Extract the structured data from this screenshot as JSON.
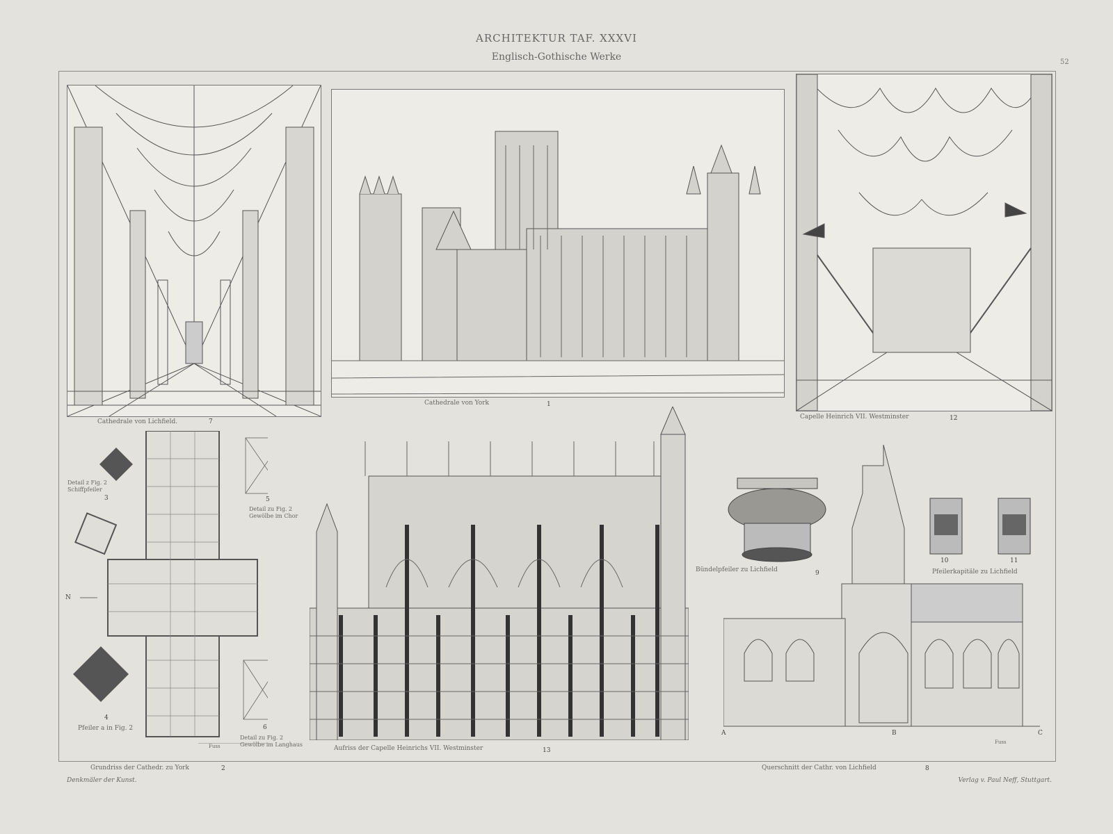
{
  "header": {
    "title": "ARCHITEKTUR TAF. XXXVI",
    "subtitle": "Englisch-Gothische Werke",
    "plate_number": "52"
  },
  "figures": {
    "lichfield_interior": {
      "caption": "Cathedrale von Lichfield.",
      "number": "7"
    },
    "york_exterior": {
      "caption": "Cathedrale von York",
      "number": "1"
    },
    "westminster_interior": {
      "caption": "Capelle Heinrich VII. Westminster",
      "number": "12"
    },
    "york_plan": {
      "caption": "Grundriss der Cathedr. zu York",
      "number": "2",
      "scale_label": "Fuss",
      "north_label": "N"
    },
    "detail_3": {
      "caption_line1": "Detail z Fig. 2",
      "caption_line2": "Schiffpfeiler",
      "number": "3"
    },
    "detail_4": {
      "caption": "Pfeiler a in Fig. 2",
      "number": "4"
    },
    "detail_5": {
      "caption_line1": "Detail zu Fig. 2",
      "caption_line2": "Gewölbe im Chor",
      "number": "5"
    },
    "detail_6": {
      "caption_line1": "Detail zu Fig. 2",
      "caption_line2": "Gewölbe im Langhaus",
      "number": "6"
    },
    "westminster_elevation": {
      "caption": "Aufriss der Capelle Heinrichs VII. Westminster",
      "number": "13"
    },
    "bundle_pier": {
      "caption": "Bündelpfeiler zu Lichfield",
      "number": "9"
    },
    "pier_capitals": {
      "caption": "Pfeilerkapitäle zu Lichfield",
      "number_a": "10",
      "number_b": "11"
    },
    "lichfield_section": {
      "caption": "Querschnitt der Cathr. von Lichfield",
      "number": "8",
      "label_a": "A",
      "label_b": "B",
      "label_c": "C",
      "scale_label": "Fuss"
    }
  },
  "footer": {
    "left": "Denkmäler der Kunst.",
    "right": "Verlag v. Paul Neff, Stuttgart."
  },
  "colors": {
    "paper": "#e4e2dc",
    "ink": "#444444"
  }
}
